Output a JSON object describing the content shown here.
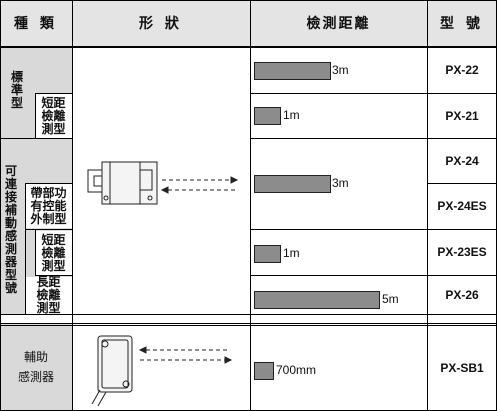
{
  "header": {
    "type": "種 類",
    "shape": "形 狀",
    "distance": "檢測距離",
    "model": "型 號"
  },
  "groups": {
    "standard": "標\n準\n型",
    "short_a": "短距\n檢離\n測型",
    "programmable": "可\n連\n接\n補\n動\n感\n測\n器\n型\n號",
    "timer": "帶部功\n有控能\n外制型",
    "short_b": "短距\n檢離\n測型",
    "long": "長距\n檢離\n測型",
    "auxiliary": "輔助\n感測器"
  },
  "rows": [
    {
      "model": "PX-22",
      "distance": "3m",
      "fraction": 0.43
    },
    {
      "model": "PX-21",
      "distance": "1m",
      "fraction": 0.14
    },
    {
      "model": "PX-24",
      "distance": "",
      "fraction": null
    },
    {
      "model": "PX-24ES",
      "distance": "3m",
      "fraction": 0.43
    },
    {
      "model": "PX-23ES",
      "distance": "1m",
      "fraction": 0.14
    },
    {
      "model": "PX-26",
      "distance": "5m",
      "fraction": 0.71
    },
    {
      "model": "PX-SB1",
      "distance": "700mm",
      "fraction": 0.1
    }
  ],
  "colors": {
    "header_bg": "#e4e4e4",
    "group_bg": "#d9d9d9",
    "bar_fill": "#8c8c8c"
  }
}
